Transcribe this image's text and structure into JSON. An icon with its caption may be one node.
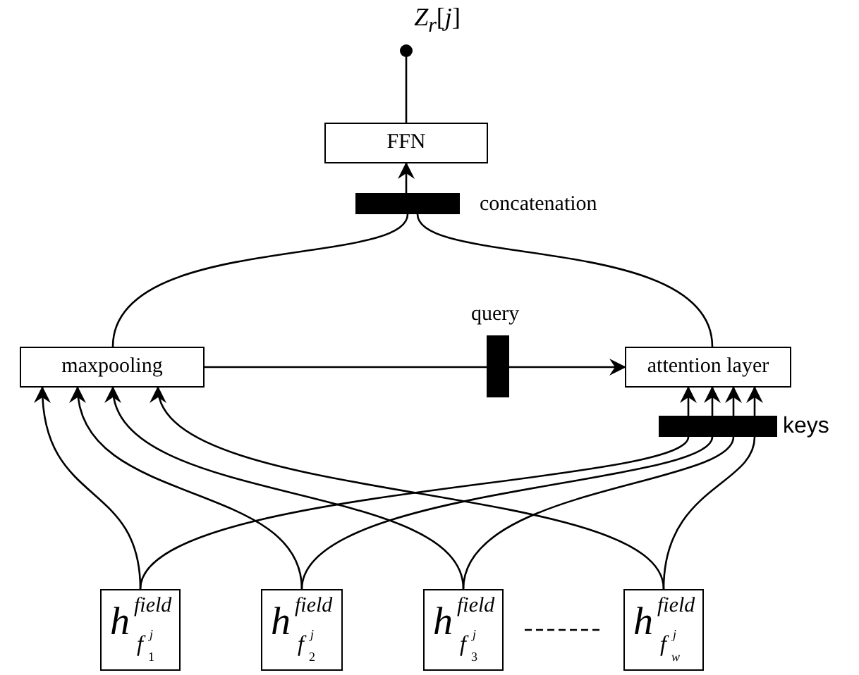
{
  "diagram": {
    "nodes": [
      {
        "text": [
          "*Z*$_{r}$[*j*]"
        ]
      },
      {
        "text": [
          "FFN"
        ]
      },
      {
        "text": [],
        "shape": "bar",
        "beside": [
          "concatenation"
        ]
      },
      {
        "text": [
          "maxpooling"
        ]
      },
      {
        "text": [],
        "shape": "bar",
        "beside": [
          "query"
        ]
      },
      {
        "text": [
          "attention layer"
        ]
      },
      {
        "text": [],
        "shape": "bar",
        "beside": [
          "keys"
        ]
      },
      {
        "text": [
          "h",
          "field",
          "f",
          "j",
          "1"
        ]
      },
      {
        "text": [
          "h",
          "field",
          "f",
          "j",
          "2"
        ]
      },
      {
        "text": [
          "h",
          "field",
          "f",
          "j",
          "3"
        ]
      },
      {
        "text": [
          "h",
          "field",
          "f",
          "j",
          "w"
        ]
      }
    ],
    "edges": [
      {
        "from": 1,
        "to": 0,
        "arrow": "other"
      },
      {
        "from": 2,
        "to": 1,
        "arrow": "to"
      },
      {
        "from": 3,
        "to": 2,
        "arrow": "none"
      },
      {
        "from": 5,
        "to": 2,
        "arrow": "none"
      },
      {
        "from": 3,
        "to": 4,
        "arrow": "none"
      },
      {
        "from": 4,
        "to": 5,
        "arrow": "to"
      },
      {
        "from": 7,
        "to": 3,
        "arrow": "to"
      },
      {
        "from": 8,
        "to": 3,
        "arrow": "to"
      },
      {
        "from": 9,
        "to": 3,
        "arrow": "to"
      },
      {
        "from": 10,
        "to": 3,
        "arrow": "to"
      },
      {
        "from": 7,
        "to": 6,
        "arrow": "none"
      },
      {
        "from": 8,
        "to": 6,
        "arrow": "none"
      },
      {
        "from": 9,
        "to": 6,
        "arrow": "none"
      },
      {
        "from": 10,
        "to": 6,
        "arrow": "none"
      },
      {
        "from": 6,
        "to": 5,
        "arrow": "to"
      },
      {
        "from": 6,
        "to": 5,
        "arrow": "to"
      },
      {
        "from": 6,
        "to": 5,
        "arrow": "to"
      },
      {
        "from": 6,
        "to": 5,
        "arrow": "to"
      }
    ]
  }
}
